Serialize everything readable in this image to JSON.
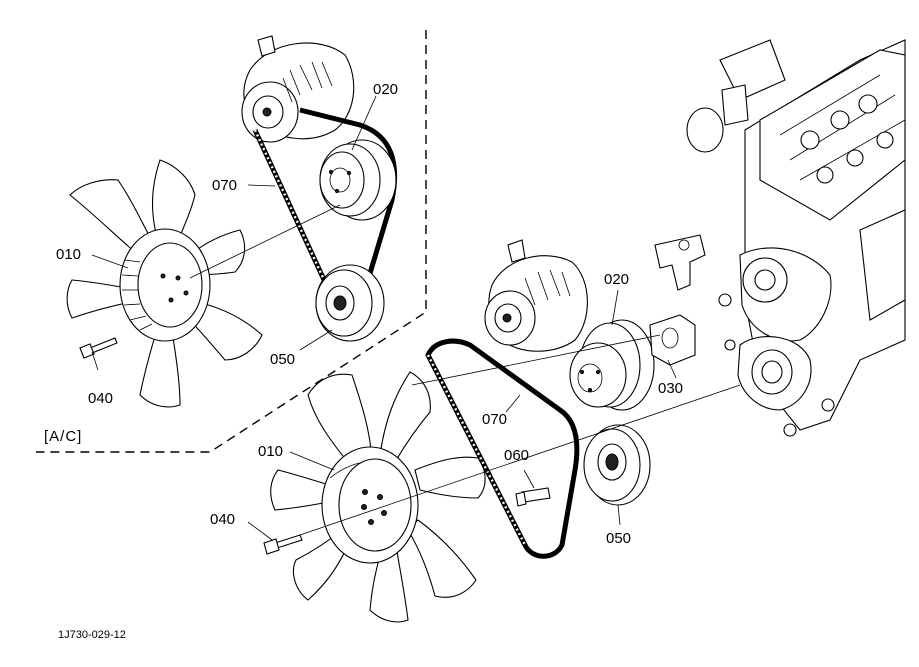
{
  "callouts": {
    "inset": {
      "p020": "020",
      "p070": "070",
      "p010": "010",
      "p050": "050",
      "p040": "040"
    },
    "main": {
      "p020": "020",
      "p030": "030",
      "p070": "070",
      "p010": "010",
      "p060": "060",
      "p040": "040",
      "p050": "050"
    }
  },
  "inset_label": "[A/C]",
  "figure_code": "1J730-029-12"
}
